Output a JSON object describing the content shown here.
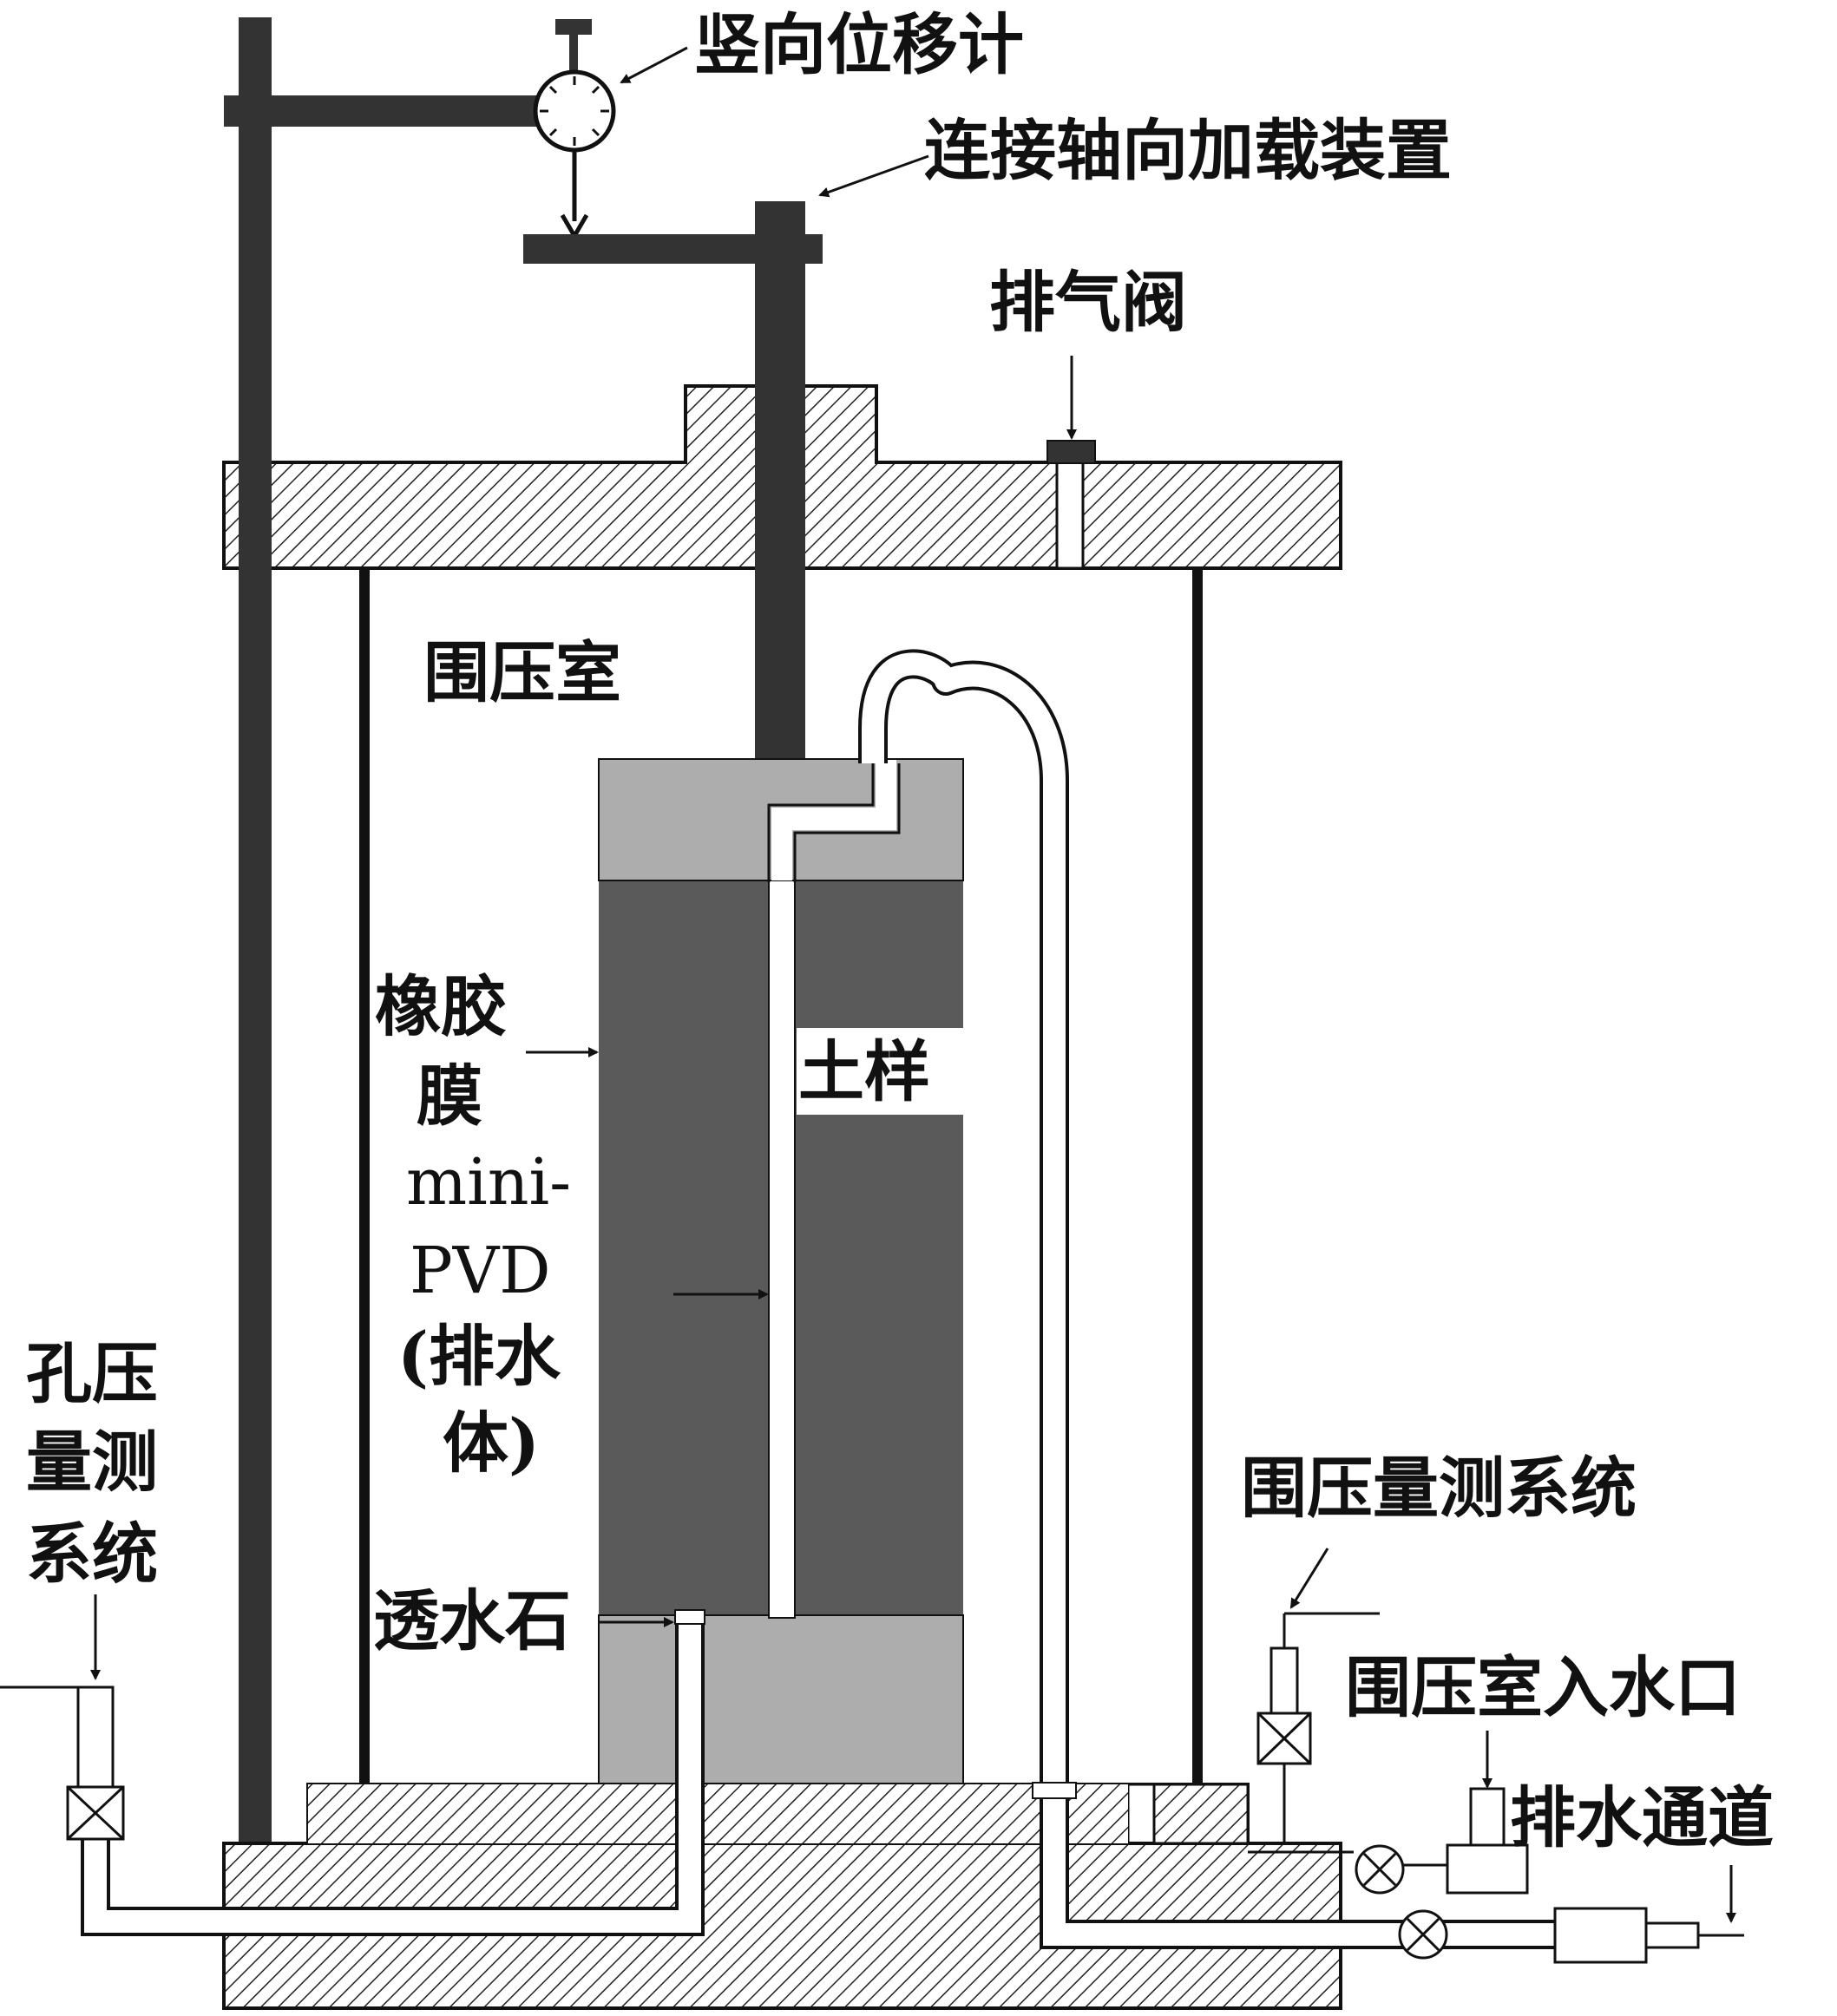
{
  "labels": {
    "vertical_gauge": "竖向位移计",
    "axial_loading": "连接轴向加载装置",
    "vent_valve": "排气阀",
    "cell_chamber": "围压室",
    "rubber_membrane_1": "橡胶",
    "rubber_membrane_2": "膜",
    "mini_pvd_1": "mini-",
    "mini_pvd_2": "PVD",
    "mini_pvd_3": "(排水",
    "mini_pvd_4": "体)",
    "porous_stone": "透水石",
    "soil_sample": "土样",
    "pore_pressure_1": "孔压",
    "pore_pressure_2": "量测",
    "pore_pressure_3": "系统",
    "cell_pressure_system": "围压量测系统",
    "cell_water_inlet": "围压室入水口",
    "drainage_channel": "排水通道"
  },
  "colors": {
    "steel": "#333333",
    "soil": "#5a5a5a",
    "cap": "#adadad",
    "hatch": "#222222",
    "tube": "#ffffff"
  }
}
